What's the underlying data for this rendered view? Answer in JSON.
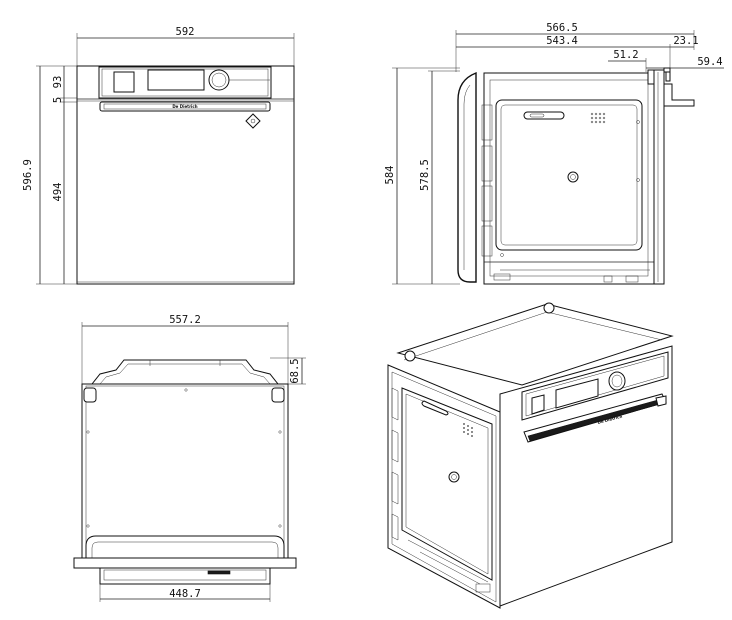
{
  "brand": "De Dietrich",
  "front_view": {
    "width": "592",
    "height_total": "596.9",
    "height_panel": "93",
    "gap": "5",
    "height_door": "494"
  },
  "side_view": {
    "depth_total": "566.5",
    "depth_body": "543.4",
    "front_offset": "23.1",
    "panel_depth": "51.2",
    "handle_depth": "59.4",
    "height_total": "584",
    "height_body": "578.5"
  },
  "top_view": {
    "width_body": "557.2",
    "handle_offset": "68.5",
    "width_base": "448.7"
  }
}
